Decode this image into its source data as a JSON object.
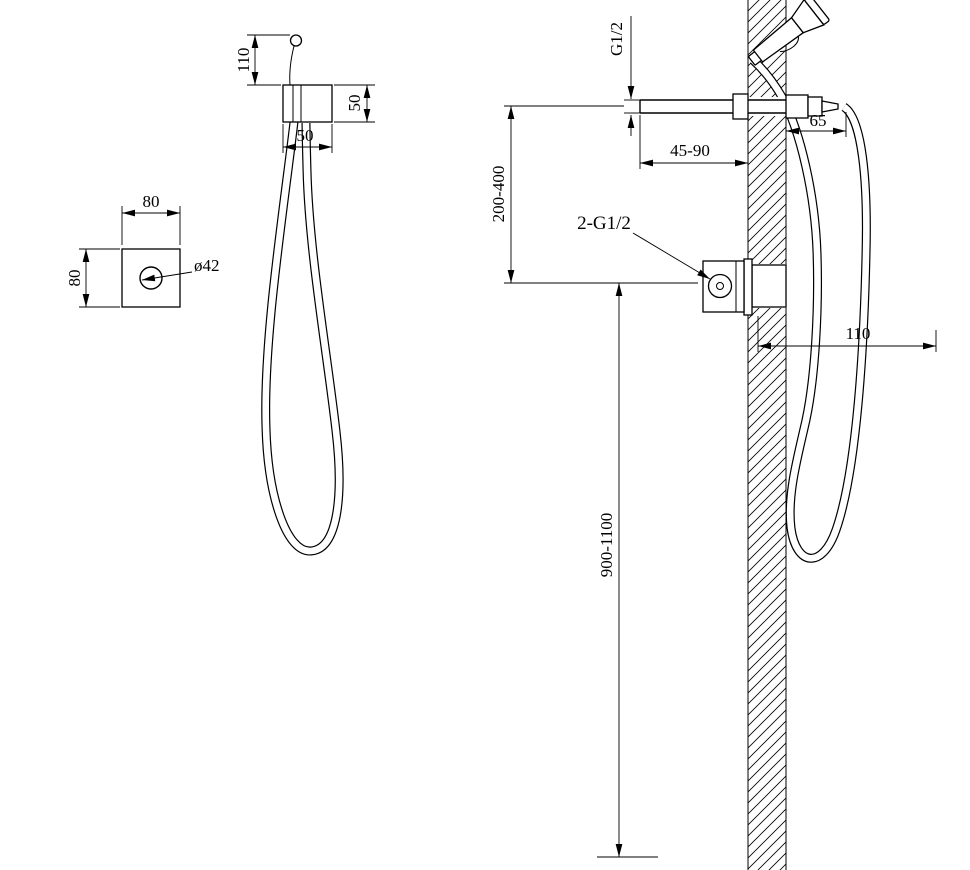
{
  "page": {
    "background": "#ffffff",
    "line_color": "#000000"
  },
  "holder_detail": {
    "hook_height": "110",
    "bracket_height": "50",
    "bracket_width": "50"
  },
  "flange_detail": {
    "width": "80",
    "height": "80",
    "hole_diameter": "ø42"
  },
  "installation": {
    "inlet_thread": "G1/2",
    "outlet_projection": "65",
    "embed_depth_range": "45-90",
    "inlet_to_valve_range": "200-400",
    "connections_label": "2-G1/2",
    "valve_offset": "110",
    "mounting_height_range": "900-1100"
  }
}
